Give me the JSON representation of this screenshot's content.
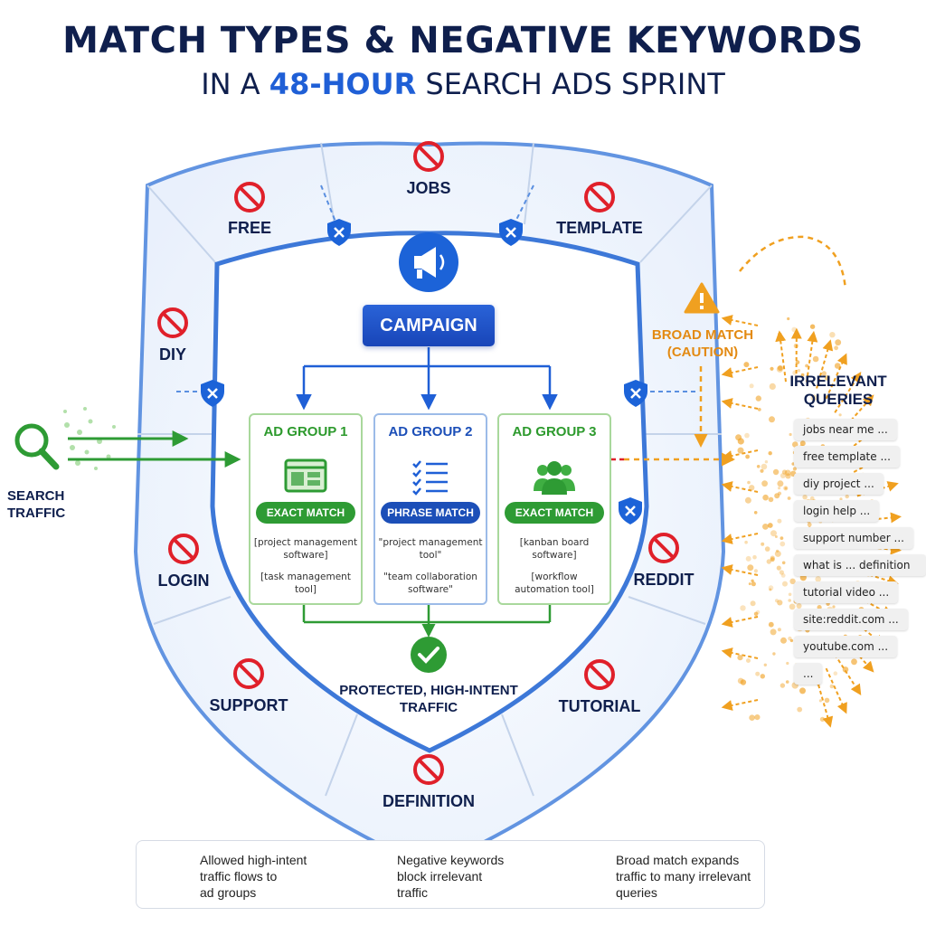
{
  "header": {
    "title": "MATCH TYPES & NEGATIVE KEYWORDS",
    "subtitle_pre": "IN A ",
    "subtitle_highlight": "48-HOUR",
    "subtitle_post": " SEARCH ADS SPRINT"
  },
  "colors": {
    "navy": "#0f1f4d",
    "brand_blue": "#1c4fb8",
    "green": "#2e9b34",
    "orange": "#f0a020",
    "block_red": "#e0202a"
  },
  "negative_keywords": {
    "top": "JOBS",
    "top_left": "FREE",
    "top_right": "TEMPLATE",
    "left_upper": "DIY",
    "left_lower": "LOGIN",
    "right_lower": "REDDIT",
    "bottom_left": "SUPPORT",
    "bottom_right": "TUTORIAL",
    "bottom": "DEFINITION"
  },
  "campaign": {
    "icon": "megaphone-icon",
    "label": "CAMPAIGN"
  },
  "ad_groups": [
    {
      "title": "AD GROUP 1",
      "icon": "browser-window-icon",
      "match": "EXACT MATCH",
      "kw1_line1": "[project management",
      "kw1_line2": "software]",
      "kw2_line1": "[task management",
      "kw2_line2": "tool]"
    },
    {
      "title": "AD GROUP 2",
      "icon": "checklist-icon",
      "match": "PHRASE MATCH",
      "kw1_line1": "\"project management",
      "kw1_line2": "tool\"",
      "kw2_line1": "\"team collaboration",
      "kw2_line2": "software\""
    },
    {
      "title": "AD GROUP 3",
      "icon": "team-icon",
      "match": "EXACT MATCH",
      "kw1_line1": "[kanban board",
      "kw1_line2": "software]",
      "kw2_line1": "[workflow",
      "kw2_line2": "automation tool]"
    }
  ],
  "protected": {
    "line1": "PROTECTED, HIGH-INTENT",
    "line2": "TRAFFIC"
  },
  "search": {
    "icon": "search-icon",
    "line1": "SEARCH",
    "line2": "TRAFFIC"
  },
  "broad": {
    "icon": "warning-icon",
    "line1": "BROAD MATCH",
    "line2": "(CAUTION)"
  },
  "irrelevant": {
    "line1": "IRRELEVANT",
    "line2": "QUERIES",
    "queries": [
      "jobs near me ...",
      "free template ...",
      "diy project ...",
      "login help ...",
      "support number ...",
      "what is ... definition ...",
      "tutorial video ...",
      "site:reddit.com ...",
      "youtube.com ...",
      "..."
    ]
  },
  "legend": {
    "allowed": {
      "line1": "Allowed high-intent",
      "line2": "traffic flows to",
      "line3": "ad groups"
    },
    "negative": {
      "line1": "Negative keywords",
      "line2": "block irrelevant",
      "line3": "traffic"
    },
    "broad": {
      "line1": "Broad match expands",
      "line2": "traffic to many irrelevant",
      "line3": "queries"
    }
  }
}
